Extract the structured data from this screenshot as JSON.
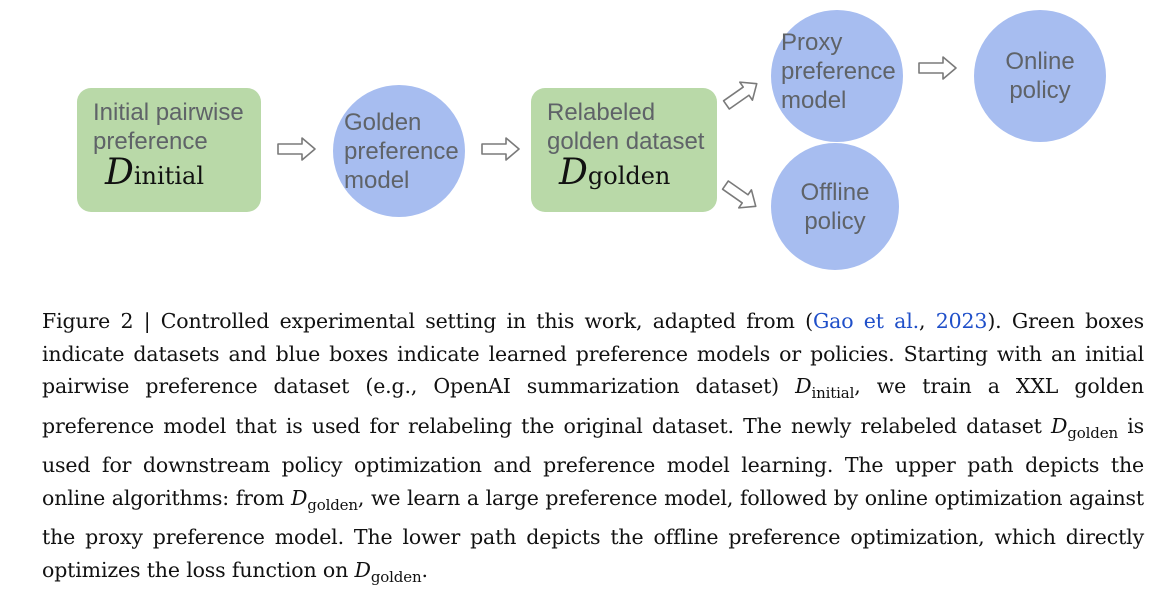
{
  "figure": {
    "initial_box": {
      "line1": "Initial pairwise",
      "line2": "preference",
      "math_symbol": "D",
      "math_subscript": "initial"
    },
    "golden_model": {
      "line1": "Golden",
      "line2": "preference",
      "line3": "model"
    },
    "relabeled_box": {
      "line1": "Relabeled",
      "line2": "golden dataset",
      "math_symbol": "D",
      "math_subscript": "golden"
    },
    "proxy_model": {
      "line1": "Proxy",
      "line2": "preference",
      "line3": "model"
    },
    "online_policy": {
      "line1": "Online",
      "line2": "policy"
    },
    "offline_policy": {
      "line1": "Offline",
      "line2": "policy"
    },
    "colors": {
      "dataset_green": "#b9d9a8",
      "model_blue": "#a7bdf0",
      "text_gray": "#5f6368",
      "citation_blue": "#1f4fc9"
    },
    "icons": {
      "arrow": "outline-arrow-icon"
    }
  },
  "caption": {
    "s1": "Figure 2 | Controlled experimental setting in this work, adapted from (",
    "cite_author": "Gao et al.",
    "cite_sep": ", ",
    "cite_year": "2023",
    "s2": "). Green boxes indicate datasets and blue boxes indicate learned preference models or policies. Starting with an initial pairwise preference dataset (e.g., OpenAI summarization dataset) ",
    "D": "D",
    "sub_initial": "initial",
    "s3": ", we train a XXL golden preference model that is used for relabeling the original dataset. The newly relabeled dataset ",
    "sub_golden": "golden",
    "s4": " is used for downstream policy optimization and preference model learning. The upper path depicts the online algorithms: from ",
    "s5": ", we learn a large preference model, followed by online optimization against the proxy preference model. The lower path depicts the offline preference optimization, which directly optimizes the loss function on ",
    "s6": "."
  }
}
